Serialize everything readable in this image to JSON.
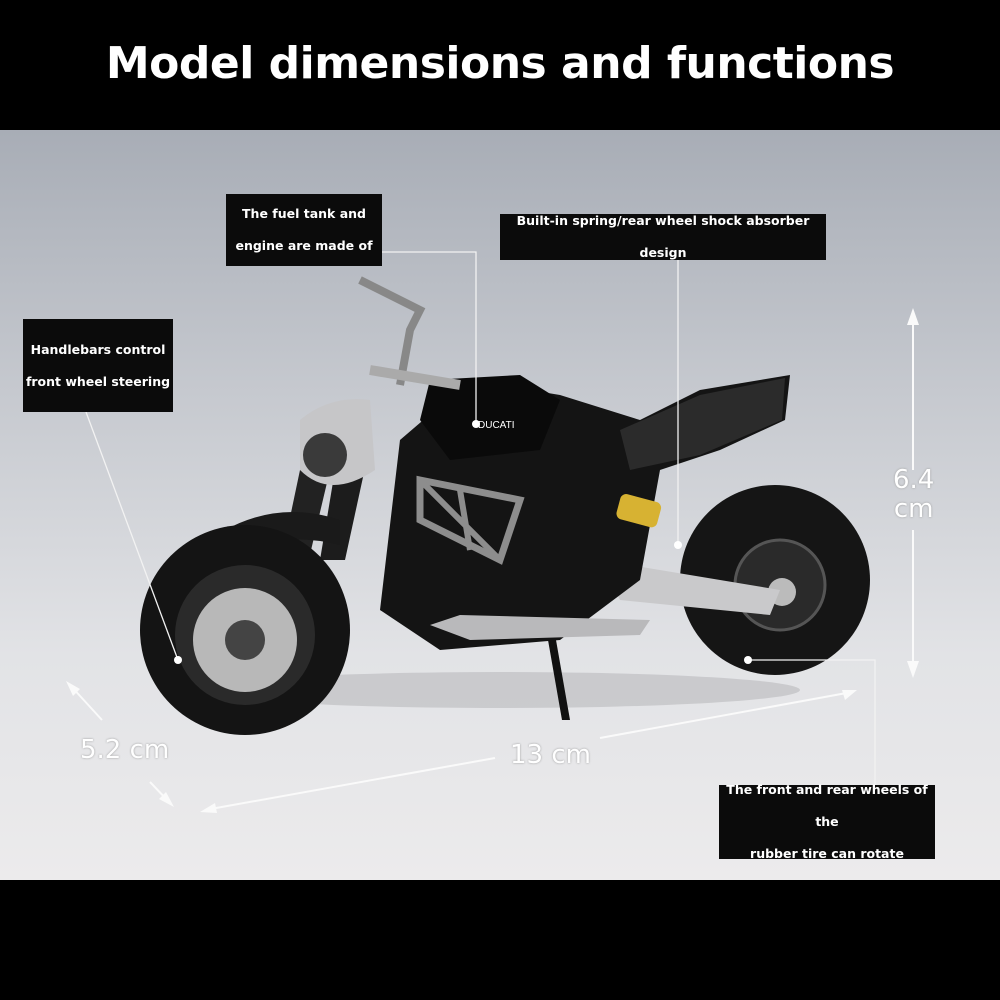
{
  "title": "Model dimensions and functions",
  "callouts": {
    "fuel_tank": [
      "The fuel tank and",
      "engine are made of"
    ],
    "spring": [
      "Built-in spring/rear wheel shock absorber design"
    ],
    "handlebars": [
      "Handlebars control",
      "front wheel steering"
    ],
    "wheels": [
      "The front and rear wheels of the",
      "rubber tire can rotate"
    ]
  },
  "dimensions": {
    "height_value": "6.4",
    "height_unit": "cm",
    "length": "13 cm",
    "width": "5.2 cm"
  },
  "brand_logo": "DUCATI"
}
